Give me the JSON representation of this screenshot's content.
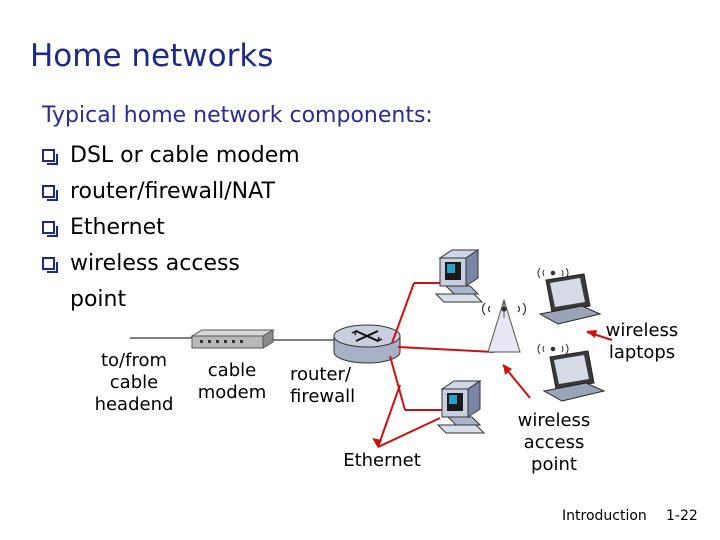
{
  "slide": {
    "title": "Home networks",
    "subtitle": "Typical home network components:",
    "bullets": [
      "DSL or cable modem",
      "router/firewall/NAT",
      "Ethernet",
      "wireless access"
    ],
    "bullet_continuation": "point"
  },
  "diagram": {
    "headend_label": [
      "to/from",
      "cable",
      "headend"
    ],
    "modem_label": [
      "cable",
      "modem"
    ],
    "router_label": [
      "router/",
      "firewall"
    ],
    "ethernet_label": "Ethernet",
    "access_point_label": [
      "wireless",
      "access",
      "point"
    ],
    "laptops_label": [
      "wireless",
      "laptops"
    ],
    "line_color": "#d01010"
  },
  "footer": {
    "section": "Introduction",
    "page": "1-22"
  }
}
